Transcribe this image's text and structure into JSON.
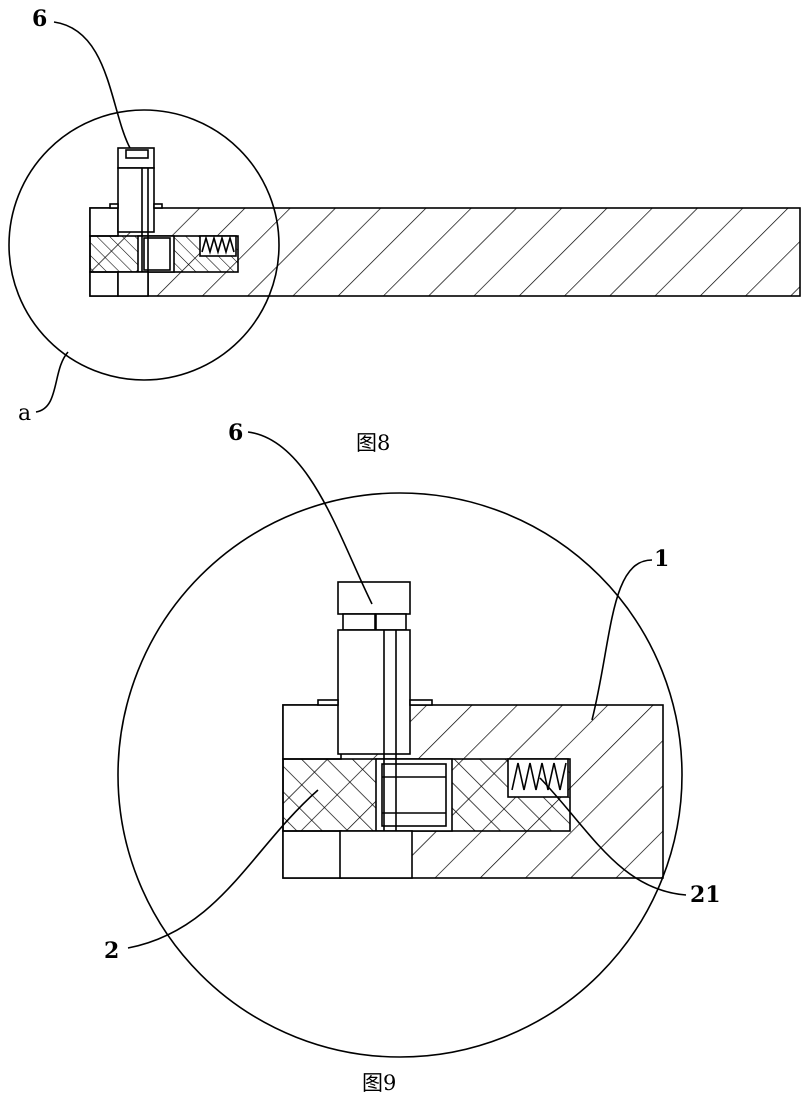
{
  "figure8": {
    "caption": "图8",
    "labels": {
      "part_6": "6",
      "detail_a": "a"
    }
  },
  "figure9": {
    "caption": "图9",
    "labels": {
      "part_6": "6",
      "part_1": "1",
      "part_2": "2",
      "part_21": "21"
    }
  }
}
